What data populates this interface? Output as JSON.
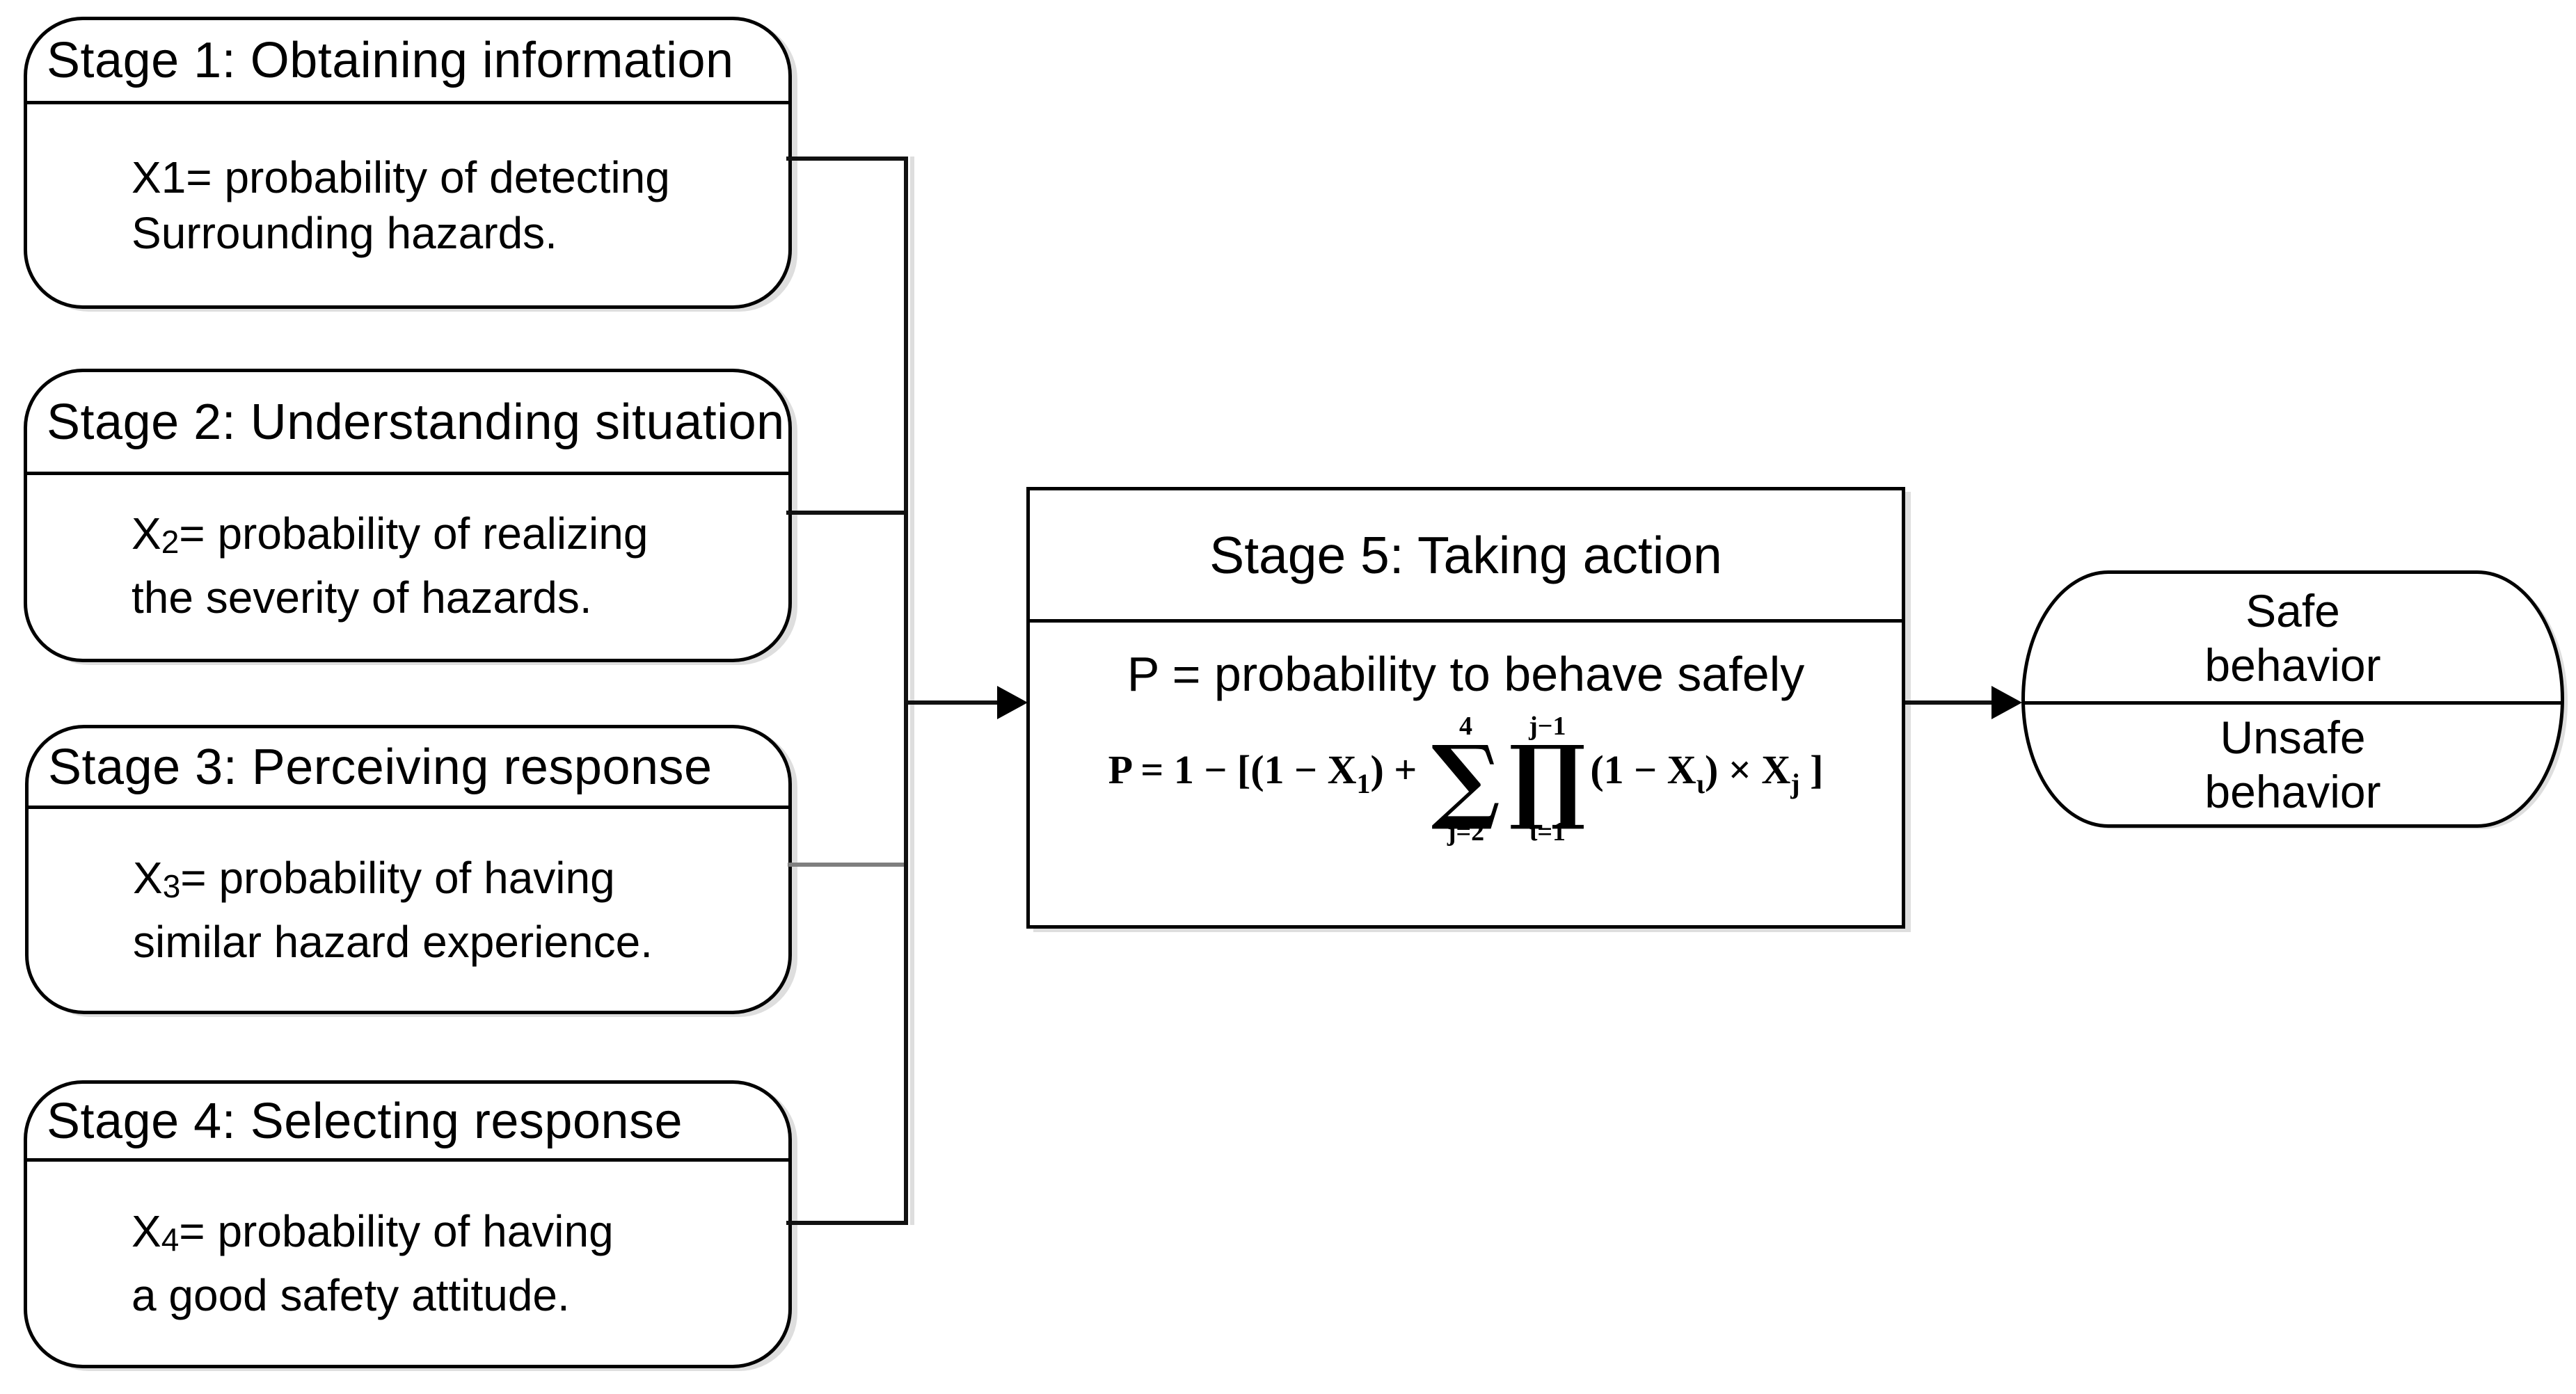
{
  "colors": {
    "background": "#ffffff",
    "line": "#000000",
    "gray_connector": "#7f7f7f",
    "shadow": "#dedede"
  },
  "stages": [
    {
      "title": "Stage 1: Obtaining information",
      "var_base": "X",
      "var_sub": "1",
      "sub_class": "sub sub-full",
      "desc_rest": "= probability of detecting",
      "desc_line2": "Surrounding hazards."
    },
    {
      "title": "Stage 2: Understanding situation",
      "var_base": "X",
      "var_sub": "2",
      "sub_class": "sub sub-small",
      "desc_rest": "= probability of realizing",
      "desc_line2": "the severity of hazards."
    },
    {
      "title": "Stage 3: Perceiving response",
      "var_base": "X",
      "var_sub": "3",
      "sub_class": "sub sub-small",
      "desc_rest": "= probability of having",
      "desc_line2": "similar hazard experience."
    },
    {
      "title": "Stage 4: Selecting response",
      "var_base": "X",
      "var_sub": "4",
      "sub_class": "sub sub-small",
      "desc_rest": "= probability of having",
      "desc_line2": "a good safety attitude."
    }
  ],
  "stage5": {
    "title": "Stage 5: Taking action",
    "subtitle": "P = probability to behave safely",
    "formula": {
      "lhs": "P = 1 − [(1 − X",
      "lhs_sub": "1",
      "lhs_after": ") + ",
      "sum_top": "4",
      "sum_op": "∑",
      "sum_bottom": "j=2",
      "prod_top": "j−1",
      "prod_op": "∏",
      "prod_bottom": "ι=1",
      "term": "(1 − X",
      "term_sub": "ι",
      "term_after": ") × X",
      "xj_sub": "j",
      "bracket_close": " ]"
    }
  },
  "output": {
    "safe_label": "Safe behavior",
    "unsafe_label": "Unsafe behavior"
  }
}
